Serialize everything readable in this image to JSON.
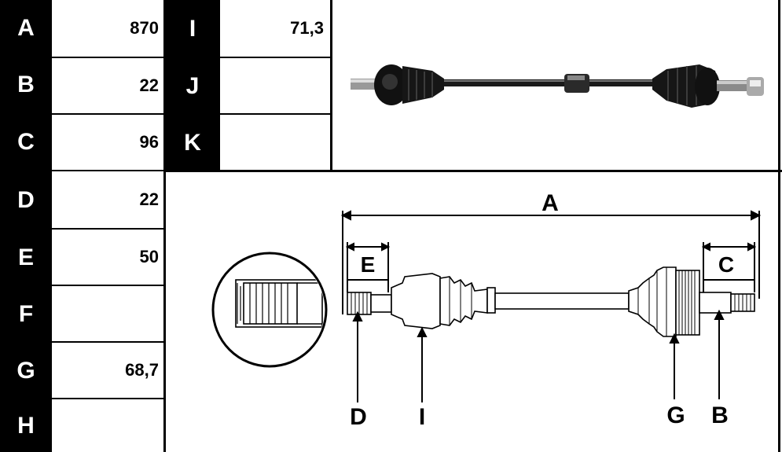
{
  "table_left": {
    "rows": [
      {
        "label": "A",
        "value": "870"
      },
      {
        "label": "B",
        "value": "22"
      },
      {
        "label": "C",
        "value": "96"
      },
      {
        "label": "D",
        "value": "22"
      },
      {
        "label": "E",
        "value": "50"
      },
      {
        "label": "F",
        "value": ""
      },
      {
        "label": "G",
        "value": "68,7"
      },
      {
        "label": "H",
        "value": ""
      }
    ]
  },
  "table_right": {
    "rows": [
      {
        "label": "I",
        "value": "71,3"
      },
      {
        "label": "J",
        "value": ""
      },
      {
        "label": "K",
        "value": ""
      }
    ]
  },
  "diagram": {
    "dim_A": "A",
    "dim_E": "E",
    "dim_C": "C",
    "callout_D": "D",
    "callout_I": "I",
    "callout_G": "G",
    "callout_B": "B"
  }
}
